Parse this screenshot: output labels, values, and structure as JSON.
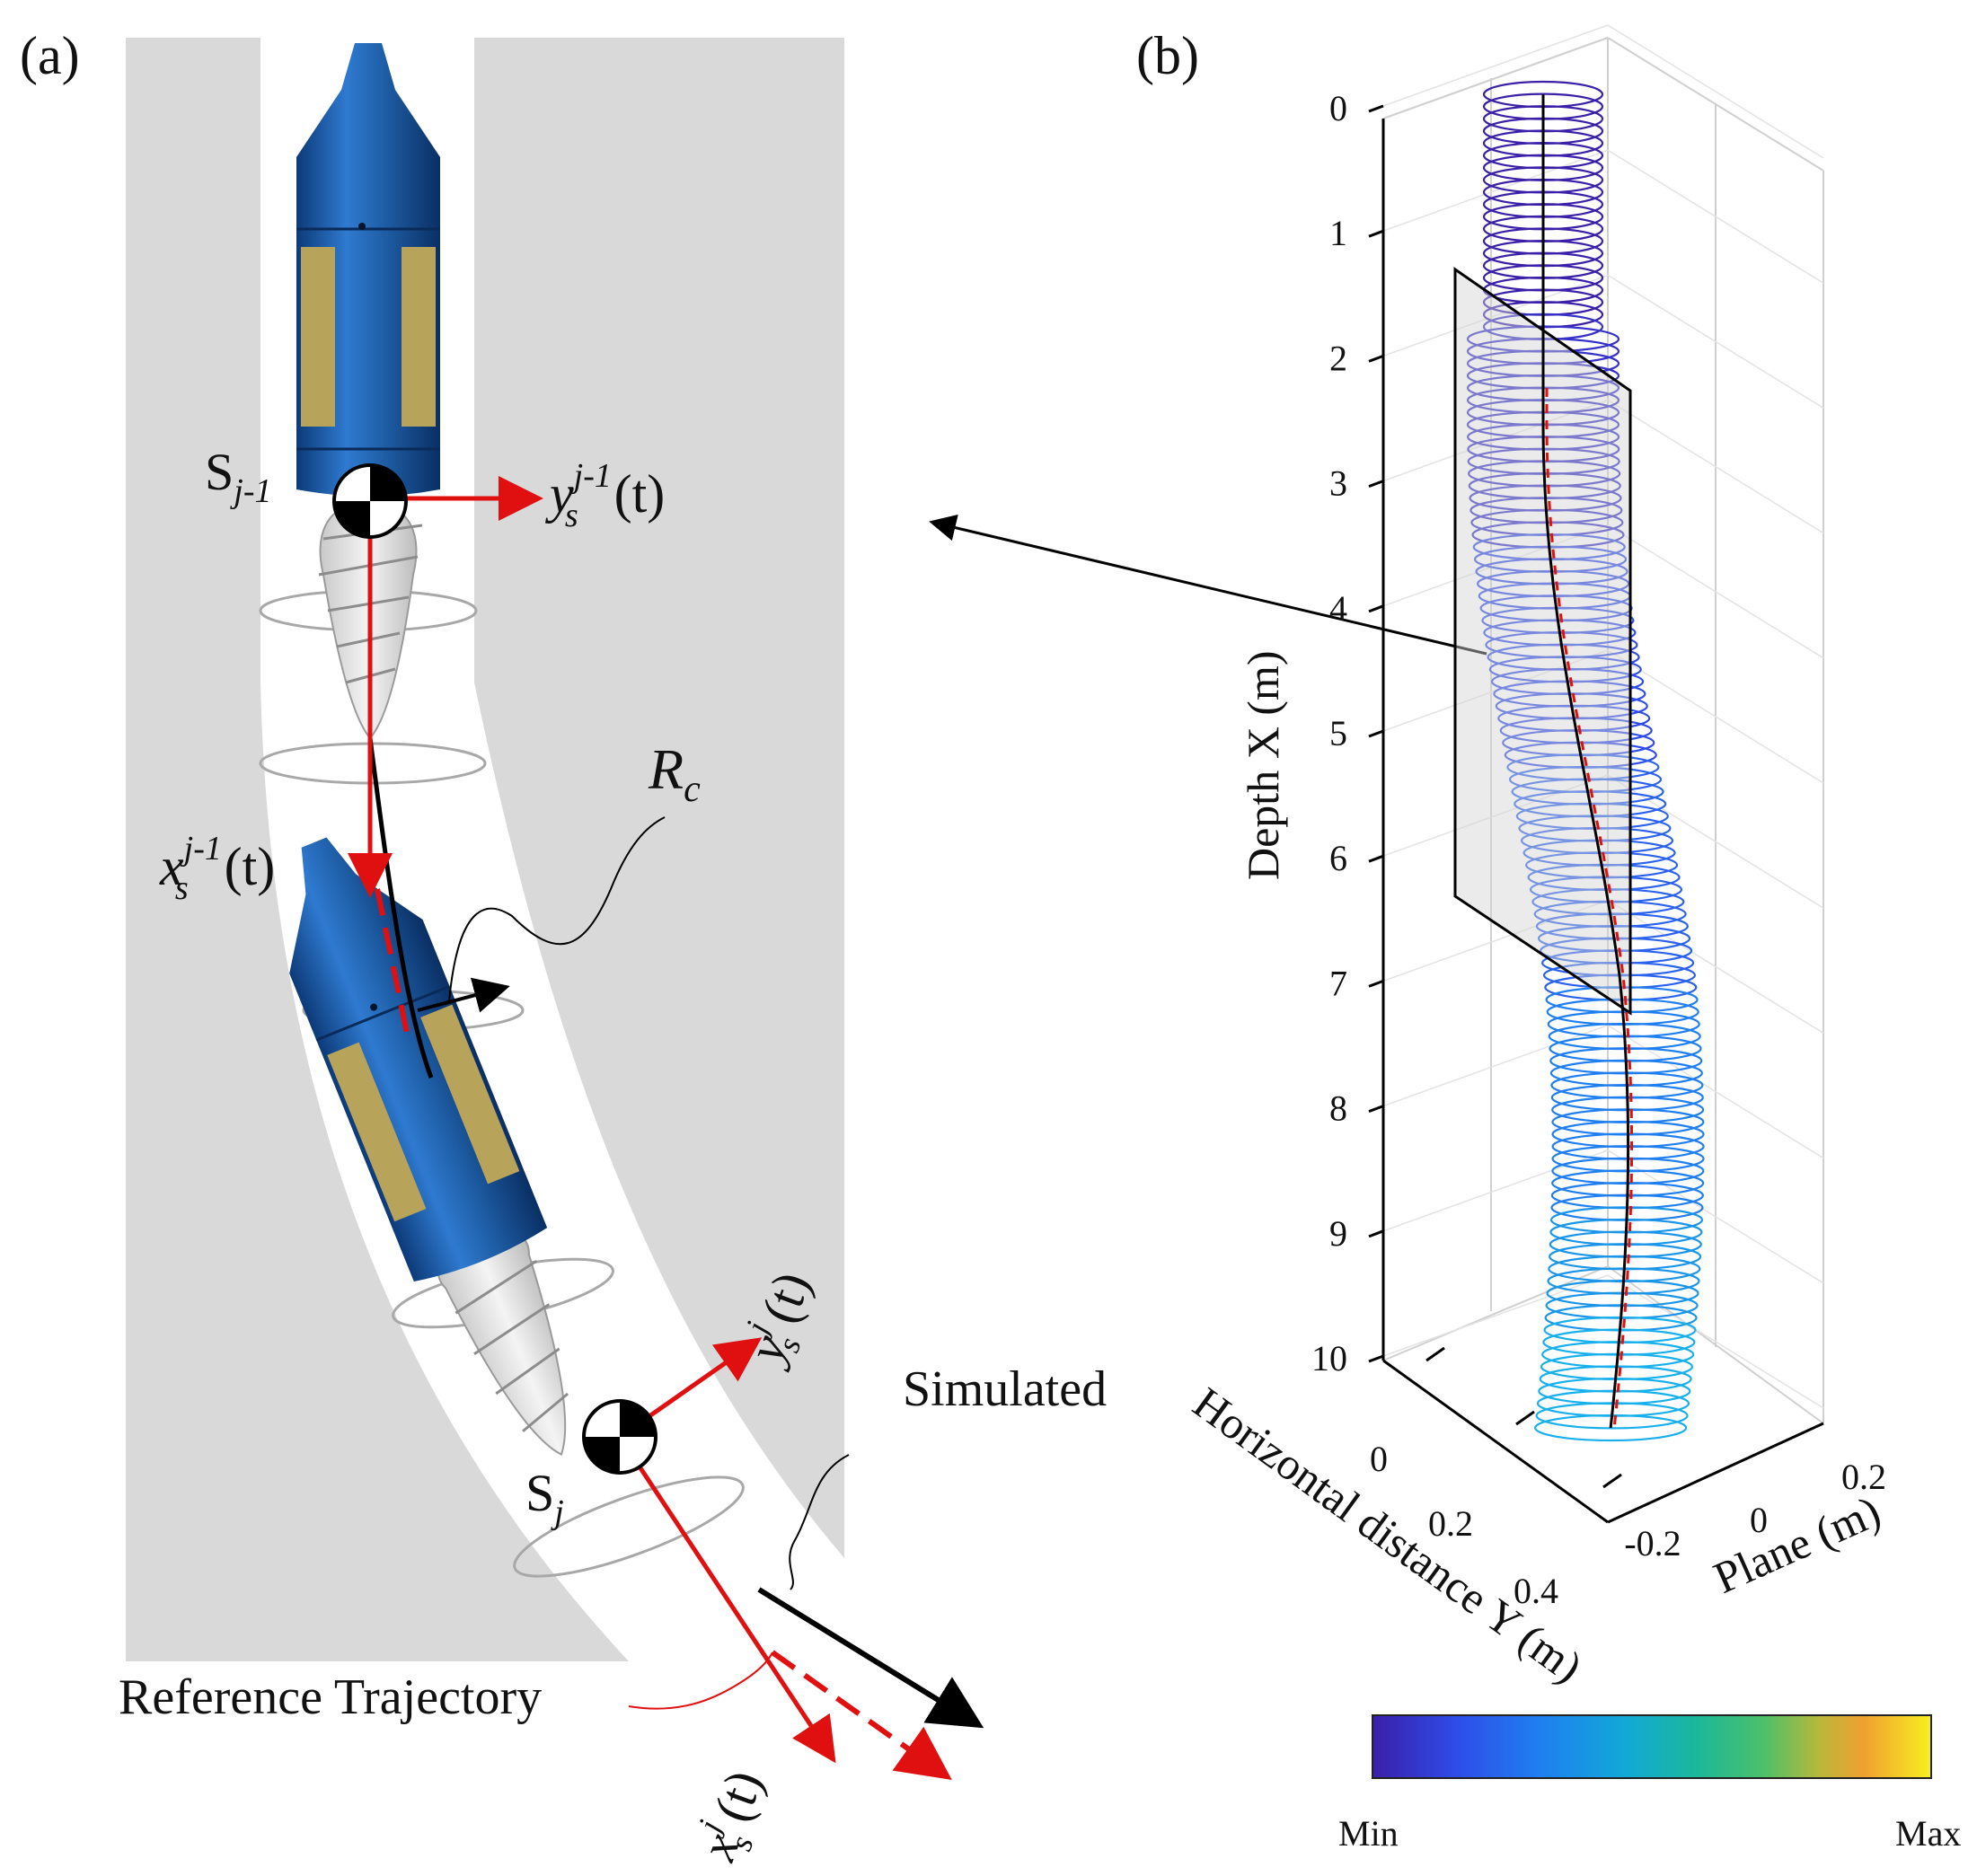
{
  "panel_a": {
    "label": "(a)",
    "s_prev_base": "S",
    "s_prev_sub": "j-1",
    "y_prev": {
      "var": "y",
      "sub": "s",
      "sup": "j-1",
      "arg": "(t)"
    },
    "x_prev": {
      "var": "x",
      "sub": "s",
      "sup": "j-1",
      "arg": "(t)"
    },
    "rc": {
      "var": "R",
      "sub": "c"
    },
    "s_curr_base": "S",
    "s_curr_sub": "j",
    "y_curr": {
      "var": "y",
      "sub": "s",
      "sup": "j",
      "arg": "(t)"
    },
    "x_curr": {
      "var": "x",
      "sub": "s",
      "sup": "j",
      "arg": "(t)"
    },
    "simulated_label": "Simulated",
    "reference_label": "Reference Trajectory",
    "colors": {
      "tool_blue": "#1f5fa8",
      "pad_gold": "#b8a35a",
      "wall_gray": "#d9d9d9",
      "axis_red": "#e01010"
    }
  },
  "panel_b": {
    "label": "(b)",
    "depth_axis_label": "Depth X (m)",
    "depth_ticks": [
      "0",
      "1",
      "2",
      "3",
      "4",
      "5",
      "6",
      "7",
      "8",
      "9",
      "10"
    ],
    "horizontal_axis_label": "Horizontal distance Y (m)",
    "horizontal_ticks": [
      "0",
      "0.2",
      "0.4"
    ],
    "plane_axis_label": "Plane (m)",
    "plane_ticks": [
      "-0.2",
      "0",
      "0.2"
    ],
    "colorbar_min": "Min",
    "colorbar_max": "Max",
    "colormap": [
      "#3a1fa8",
      "#2f4ce8",
      "#1f7ff0",
      "#12a8d8",
      "#1bb89a",
      "#4cc06a",
      "#b8b83a",
      "#f0a030",
      "#f5d020",
      "#f8f020"
    ]
  }
}
